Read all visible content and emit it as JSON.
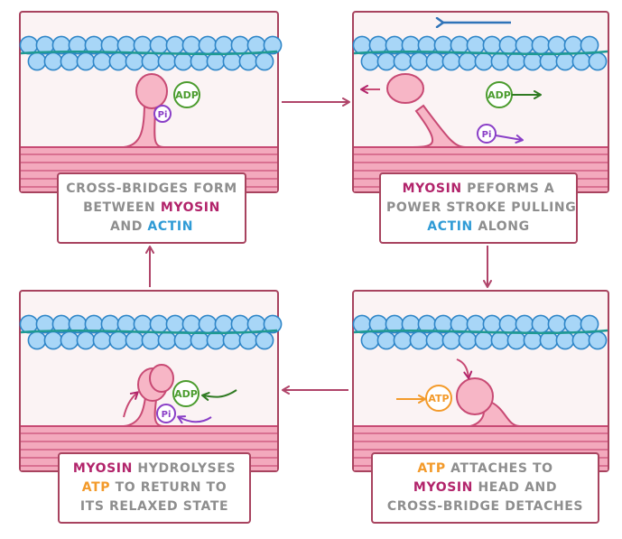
{
  "colors": {
    "panel_border": "#a8435f",
    "panel_bg": "#fbf3f4",
    "actin_fill": "#a8d6f7",
    "actin_stroke": "#2f86c8",
    "tropomyosin": "#1f9a92",
    "myosin_fill": "#f7b6c6",
    "myosin_stroke": "#c84a74",
    "filament_band": "#f3a9bd",
    "adp": "#4b9c2e",
    "pi": "#8a3fc7",
    "atp": "#f39a2a",
    "actin_arrow": "#2f73b8",
    "cycle_arrow": "#b0456a",
    "myosin_keyword": "#b2246b",
    "actin_keyword": "#2f9bd6"
  },
  "molecules": {
    "adp": "ADP",
    "pi": "Pi",
    "atp": "ATP"
  },
  "steps": [
    {
      "id": "cross-bridge-formation",
      "lines": [
        [
          {
            "text": "CROSS-BRIDGES FORM",
            "kw": ""
          }
        ],
        [
          {
            "text": "BETWEEN ",
            "kw": ""
          },
          {
            "text": "MYOSIN",
            "kw": "myosin"
          }
        ],
        [
          {
            "text": "AND ",
            "kw": ""
          },
          {
            "text": "ACTIN",
            "kw": "actin"
          }
        ]
      ]
    },
    {
      "id": "power-stroke",
      "lines": [
        [
          {
            "text": "MYOSIN",
            "kw": "myosin"
          },
          {
            "text": " PEFORMS A",
            "kw": ""
          }
        ],
        [
          {
            "text": "POWER STROKE PULLING",
            "kw": ""
          }
        ],
        [
          {
            "text": "ACTIN",
            "kw": "actin"
          },
          {
            "text": " ALONG",
            "kw": ""
          }
        ]
      ]
    },
    {
      "id": "atp-attaches",
      "lines": [
        [
          {
            "text": "ATP",
            "kw": "atp"
          },
          {
            "text": " ATTACHES TO",
            "kw": ""
          }
        ],
        [
          {
            "text": "MYOSIN",
            "kw": "myosin"
          },
          {
            "text": " HEAD AND",
            "kw": ""
          }
        ],
        [
          {
            "text": "CROSS-BRIDGE DETACHES",
            "kw": ""
          }
        ]
      ]
    },
    {
      "id": "atp-hydrolysis",
      "lines": [
        [
          {
            "text": "MYOSIN",
            "kw": "myosin"
          },
          {
            "text": " HYDROLYSES",
            "kw": ""
          }
        ],
        [
          {
            "text": "ATP",
            "kw": "atp"
          },
          {
            "text": " TO RETURN TO",
            "kw": ""
          }
        ],
        [
          {
            "text": "ITS RELAXED STATE",
            "kw": ""
          }
        ]
      ]
    }
  ]
}
